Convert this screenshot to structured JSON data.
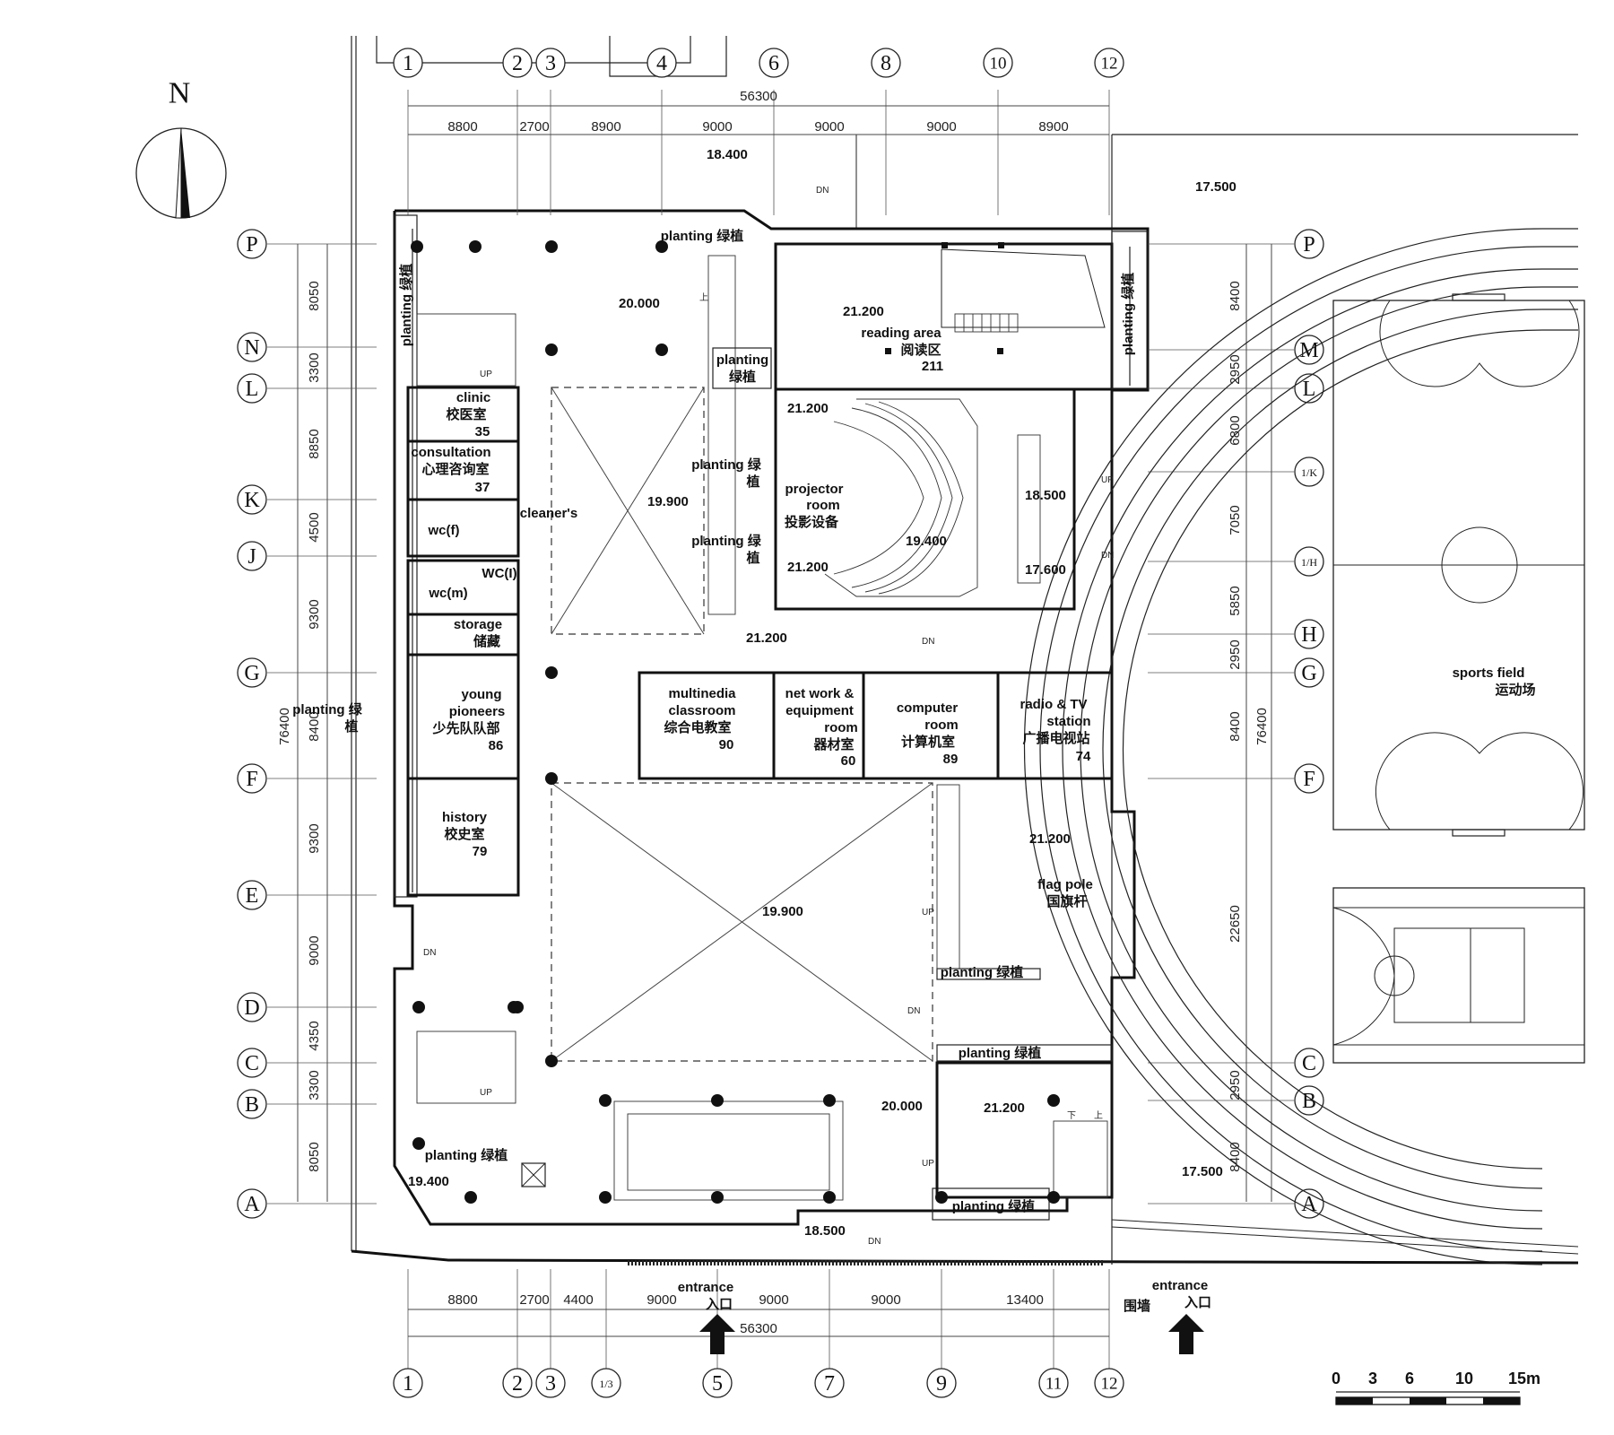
{
  "compass": {
    "north_label": "N"
  },
  "grid": {
    "top_columns": [
      "1",
      "2",
      "3",
      "4",
      "6",
      "8",
      "10",
      "12"
    ],
    "bottom_columns": [
      "1",
      "2",
      "3",
      "1/3",
      "5",
      "7",
      "9",
      "11",
      "12"
    ],
    "left_rows": [
      "P",
      "N",
      "L",
      "K",
      "J",
      "G",
      "F",
      "E",
      "D",
      "C",
      "B",
      "A"
    ],
    "right_rows": [
      "P",
      "M",
      "L",
      "1/K",
      "1/H",
      "H",
      "G",
      "F",
      "C",
      "B",
      "A"
    ]
  },
  "dimensions": {
    "top_total": "56300",
    "top_segments": [
      "8800",
      "2700",
      "8900",
      "9000",
      "9000",
      "9000",
      "8900"
    ],
    "bottom_total": "56300",
    "bottom_segments": [
      "8800",
      "2700",
      "4400",
      "9000",
      "9000",
      "9000",
      "13400"
    ],
    "left_total": "76400",
    "left_segments": [
      "8050",
      "3300",
      "8850",
      "4500",
      "9300",
      "8400",
      "9300",
      "9000",
      "4350",
      "3300",
      "8050"
    ],
    "right_total": "76400",
    "right_segments": [
      "8400",
      "2950",
      "6800",
      "7050",
      "5850",
      "2950",
      "8400",
      "22650",
      "2950",
      "8400"
    ]
  },
  "elevations": {
    "e_18400": "18.400",
    "e_17500_top": "17.500",
    "e_20000_top": "20.000",
    "e_21200_reading": "21.200",
    "e_21200_hall_top": "21.200",
    "e_18500": "18.500",
    "e_19400_hall": "19.400",
    "e_21200_hall_bottom": "21.200",
    "e_17600": "17.600",
    "e_19900_top": "19.900",
    "e_21200_corridor": "21.200",
    "e_21200_flag": "21.200",
    "e_19900_bottom": "19.900",
    "e_20000_bottom": "20.000",
    "e_21200_stair": "21.200",
    "e_17500_bottom": "17.500",
    "e_19400_corner": "19.400",
    "e_18500_entrance": "18.500"
  },
  "rooms": {
    "reading": {
      "en": "reading area",
      "zh": "阅读区",
      "num": "211"
    },
    "clinic": {
      "en": "clinic",
      "zh": "校医室",
      "num": "35"
    },
    "consultation": {
      "en": "consultation",
      "zh": "心理咨询室",
      "num": "37"
    },
    "cleaners": {
      "en": "cleaner's"
    },
    "wcf": {
      "en": "wc(f)"
    },
    "wcm": {
      "en": "wc(m)"
    },
    "wcd": {
      "en": "WC(I)"
    },
    "storage": {
      "en": "storage",
      "zh": "储藏"
    },
    "pioneers": {
      "en1": "young",
      "en2": "pioneers",
      "zh": "少先队队部",
      "num": "86"
    },
    "history": {
      "en": "history",
      "zh": "校史室",
      "num": "79"
    },
    "projector": {
      "en1": "projector",
      "en2": "room",
      "zh": "投影设备"
    },
    "multimedia": {
      "en1": "multinedia",
      "en2": "classroom",
      "zh": "综合电教室",
      "num": "90"
    },
    "network": {
      "en1": "net work &",
      "en2": "equipment",
      "en3": "room",
      "zh": "器材室",
      "num": "60"
    },
    "computer": {
      "en1": "computer",
      "en2": "room",
      "zh": "计算机室",
      "num": "89"
    },
    "radio": {
      "en1": "radio & TV",
      "en2": "station",
      "zh": "广播电视站",
      "num": "74"
    },
    "flag": {
      "en": "flag pole",
      "zh": "国旗杆"
    },
    "sports": {
      "en": "sports field",
      "zh": "运动场"
    }
  },
  "planting": {
    "top": "planting 绿植",
    "left_vertical": "planting 绿植",
    "right_vertical": "planting 绿植",
    "small_en": "planting",
    "small_zh": "绿植",
    "hall_top": "planting 绿",
    "hall_top_zh": "植",
    "hall_bottom": "planting 绿",
    "hall_bottom_zh": "植",
    "west_outer": "planting 绿",
    "west_outer_zh": "植",
    "east_mid": "planting 绿植",
    "east_lower": "planting 绿植",
    "bottom_left": "planting 绿植",
    "bottom_right": "planting 绿植"
  },
  "entrances": {
    "main_en": "entrance",
    "main_zh": "入口",
    "east_en": "entrance",
    "east_zh": "入口",
    "fence_zh": "围墙"
  },
  "stair_marks": {
    "up": "UP",
    "dn": "DN",
    "down_zh": "下",
    "up_zh": "上"
  },
  "scale_bar": {
    "ticks": [
      "0",
      "3",
      "6",
      "10",
      "15m"
    ]
  }
}
